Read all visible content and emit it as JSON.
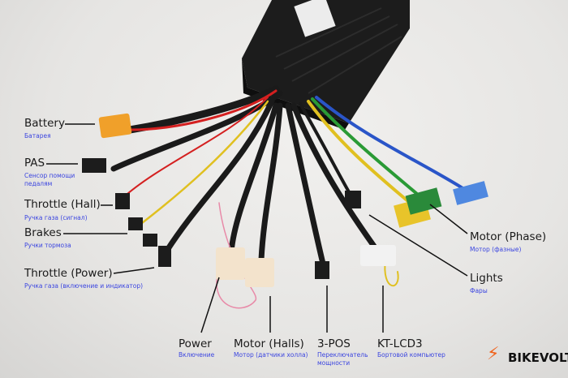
{
  "labels": {
    "battery": {
      "title": "Battery",
      "sub": "Батарея"
    },
    "pas": {
      "title": "PAS",
      "sub": "Сенсор помощи педалям"
    },
    "throttle_hall": {
      "title": "Throttle (Hall)",
      "sub": "Ручка газа (сигнал)"
    },
    "brakes": {
      "title": "Brakes",
      "sub": "Ручки тормоза"
    },
    "throttle_power": {
      "title": "Throttle (Power)",
      "sub": "Ручка газа (включение и индикатор)"
    },
    "power": {
      "title": "Power",
      "sub": "Включение"
    },
    "motor_halls": {
      "title": "Motor (Halls)",
      "sub": "Мотор (датчики холла)"
    },
    "three_pos": {
      "title": "3-POS",
      "sub": "Переключатель мощности"
    },
    "kt_lcd3": {
      "title": "KT-LCD3",
      "sub": "Бортовой компьютер"
    },
    "motor_phase": {
      "title": "Motor (Phase)",
      "sub": "Мотор (фазные)"
    },
    "lights": {
      "title": "Lights",
      "sub": "Фары"
    }
  },
  "logo": {
    "text": "BIKEVOLT",
    "accent": "#f0641e"
  },
  "colors": {
    "label_sub": "#3b45e0",
    "controller": "#1c1c1c"
  }
}
